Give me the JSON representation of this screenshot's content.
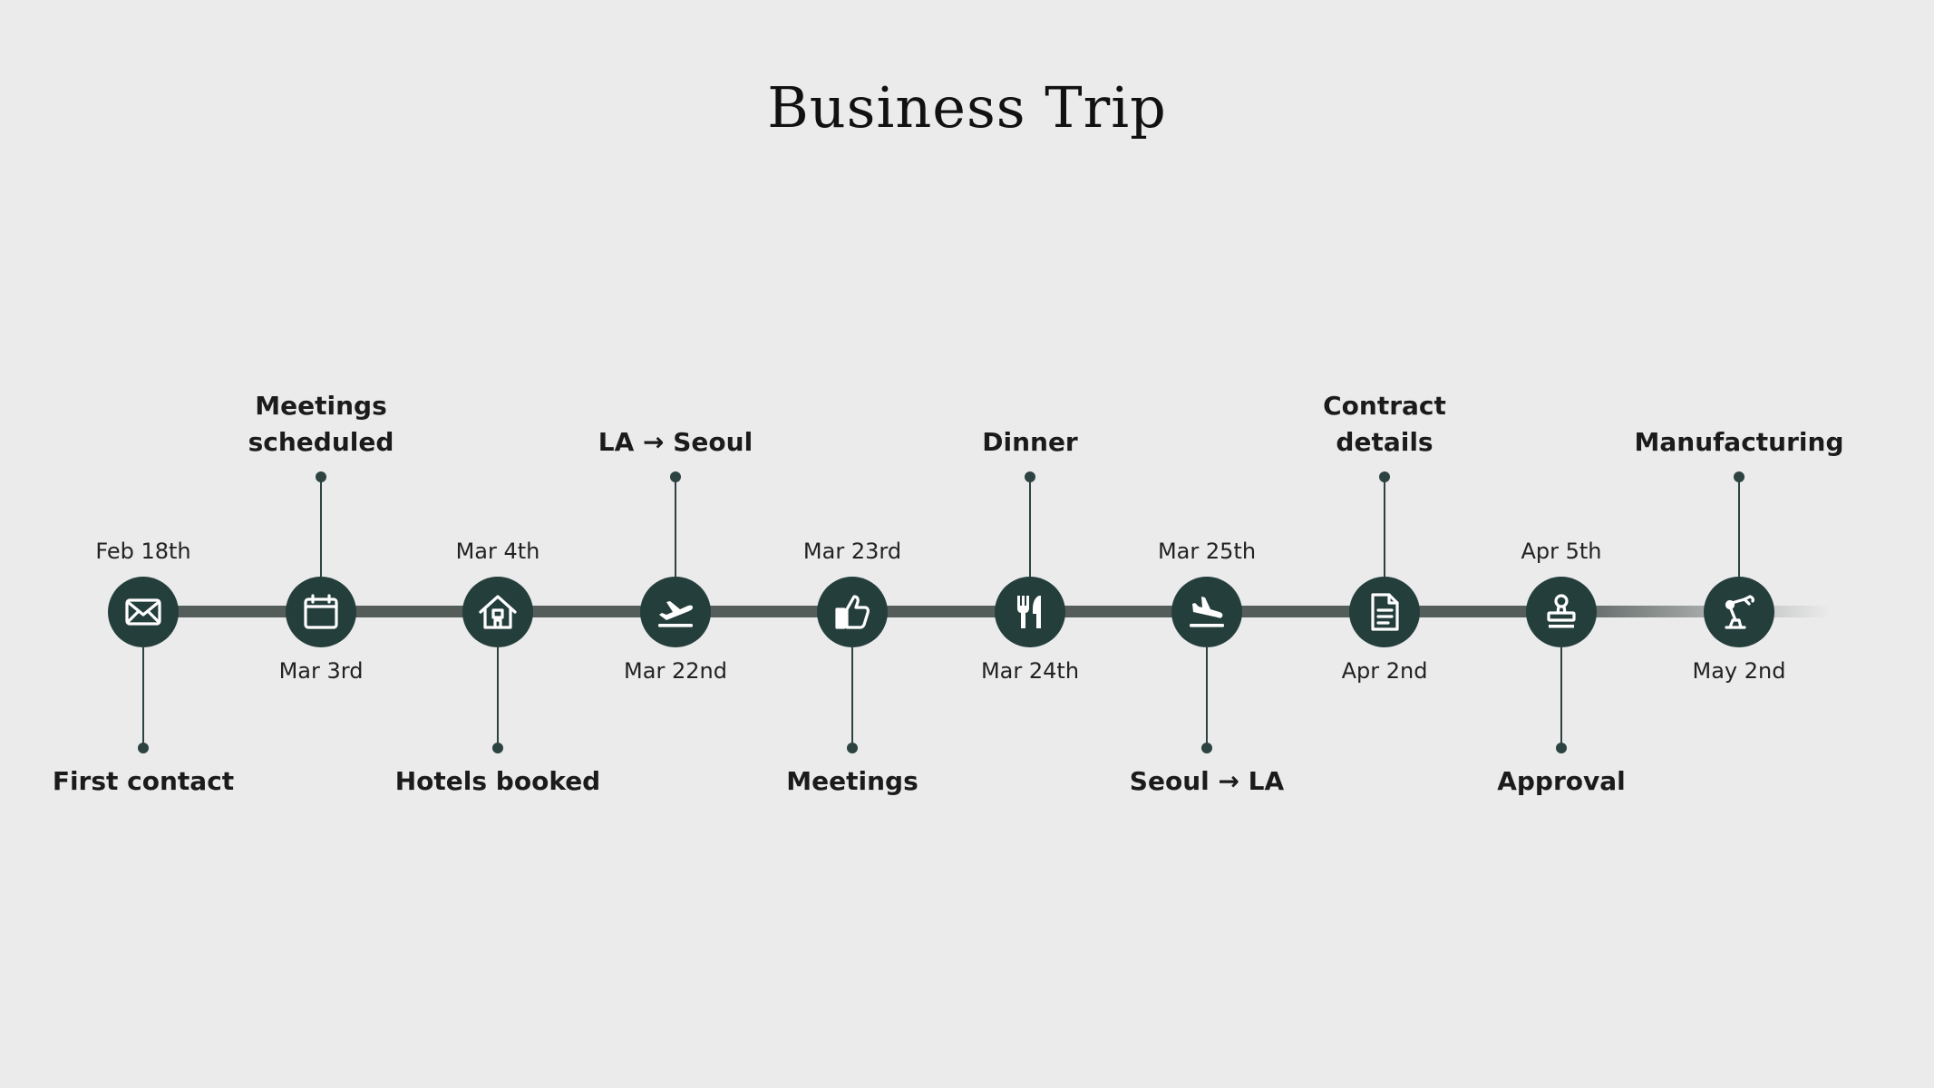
{
  "title": "Business Trip",
  "colors": {
    "background": "#ebebeb",
    "node": "#243e3c",
    "bar": "#555d5b",
    "connector": "#2d4341"
  },
  "milestones": [
    {
      "date": "Feb 18th",
      "label_lines": [
        "First contact"
      ],
      "icon": "envelope-icon"
    },
    {
      "date": "Mar 3rd",
      "label_lines": [
        "Meetings",
        "scheduled"
      ],
      "icon": "calendar-icon"
    },
    {
      "date": "Mar 4th",
      "label_lines": [
        "Hotels booked"
      ],
      "icon": "house-icon"
    },
    {
      "date": "Mar 22nd",
      "label_lines": [
        "LA → Seoul"
      ],
      "icon": "airplane-departure-icon"
    },
    {
      "date": "Mar 23rd",
      "label_lines": [
        "Meetings"
      ],
      "icon": "thumbs-up-icon"
    },
    {
      "date": "Mar 24th",
      "label_lines": [
        "Dinner"
      ],
      "icon": "fork-knife-icon"
    },
    {
      "date": "Mar 25th",
      "label_lines": [
        "Seoul → LA"
      ],
      "icon": "airplane-arrival-icon"
    },
    {
      "date": "Apr 2nd",
      "label_lines": [
        "Contract",
        "details"
      ],
      "icon": "document-icon"
    },
    {
      "date": "Apr 5th",
      "label_lines": [
        "Approval"
      ],
      "icon": "stamp-icon"
    },
    {
      "date": "May 2nd",
      "label_lines": [
        "Manufacturing"
      ],
      "icon": "robot-arm-icon"
    }
  ]
}
